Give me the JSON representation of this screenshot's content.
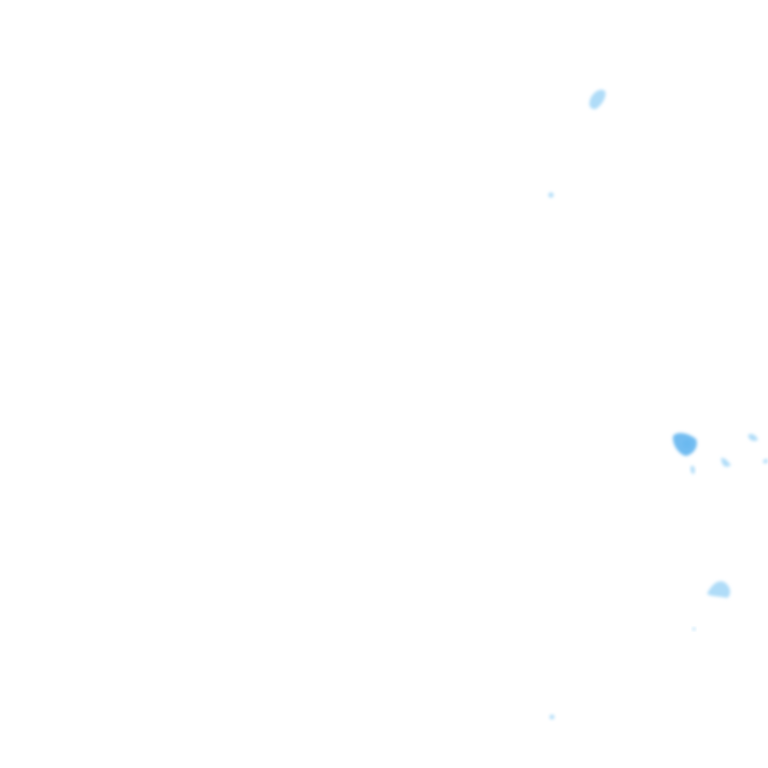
{
  "map": {
    "background_color": "#ffffff",
    "layer": "precipitation-radar-tile",
    "intensity_colors": {
      "light": "#a6d8f7",
      "moderate": "#6ab8f0",
      "heavy": "#2f8fe0"
    },
    "echo_intensities": [
      "light",
      "light",
      "moderate",
      "light",
      "light",
      "moderate",
      "light",
      "light",
      "light",
      "light"
    ]
  }
}
